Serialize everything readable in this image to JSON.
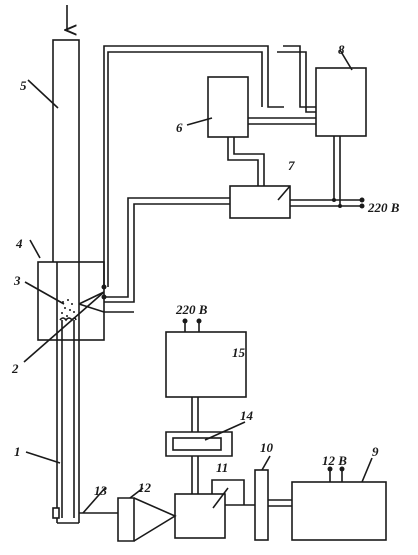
{
  "labels": {
    "l1": "1",
    "l2": "2",
    "l3": "3",
    "l4": "4",
    "l5": "5",
    "l6": "6",
    "l7": "7",
    "l8": "8",
    "l9": "9",
    "l10": "10",
    "l11": "11",
    "l12": "12",
    "l13": "13",
    "l14": "14",
    "l15": "15",
    "v220a": "220 В",
    "v220b": "220 В",
    "v12": "12 В"
  },
  "colors": {
    "ink": "#1a1a1a",
    "background": "#ffffff"
  }
}
